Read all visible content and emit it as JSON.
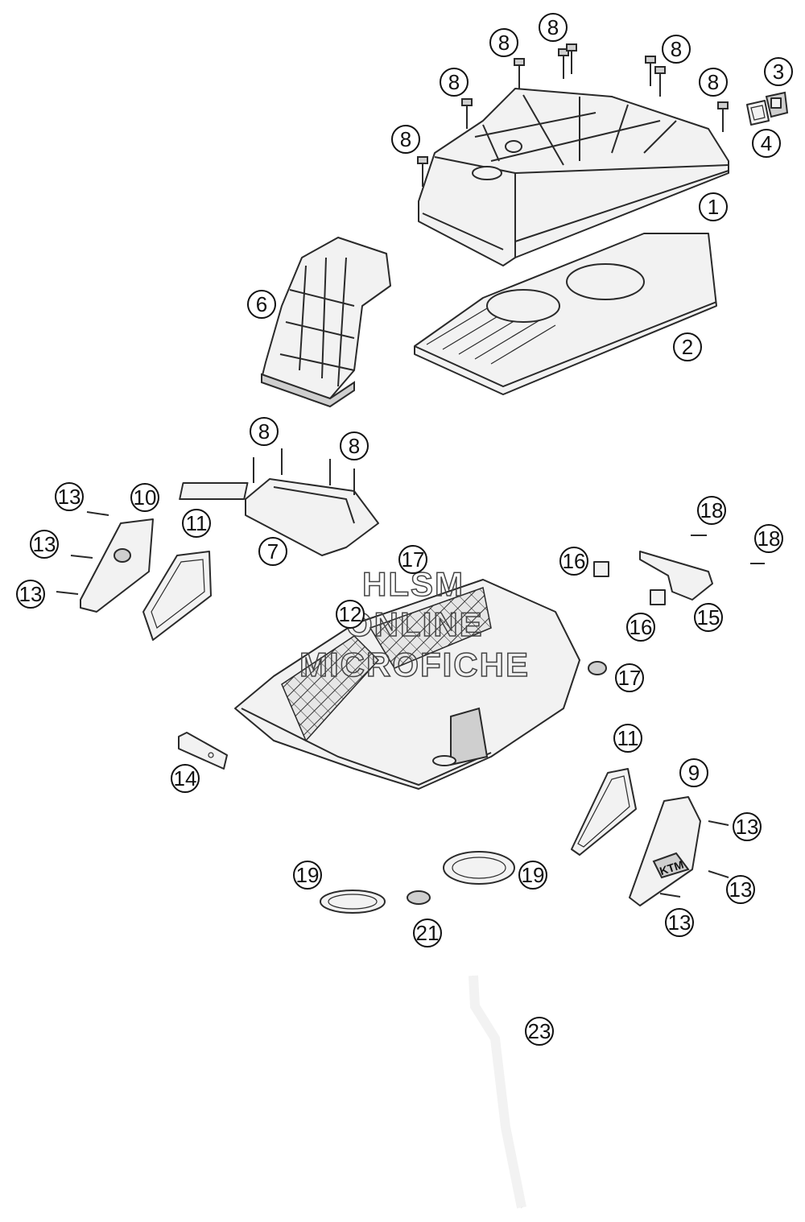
{
  "watermark": {
    "line1": "HLSM",
    "line2": "ONLINE",
    "line3": "MICROFICHE"
  },
  "brand_logo_text": "KTM",
  "callouts": [
    "1",
    "2",
    "3",
    "4",
    "6",
    "7",
    "8",
    "9",
    "10",
    "11",
    "12",
    "13",
    "14",
    "15",
    "16",
    "17",
    "18",
    "19",
    "21",
    "23"
  ]
}
